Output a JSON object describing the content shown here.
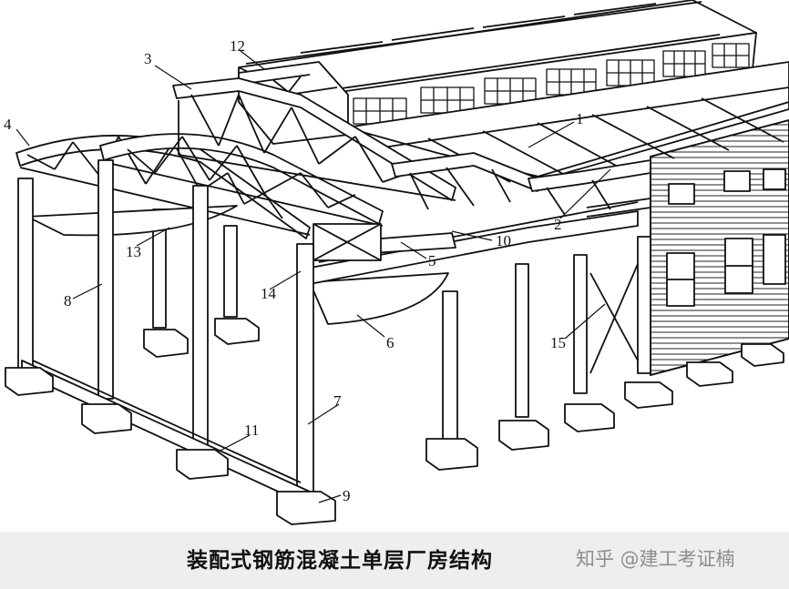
{
  "labels": [
    "1",
    "2",
    "3",
    "4",
    "5",
    "6",
    "7",
    "8",
    "9",
    "10",
    "11",
    "12",
    "13",
    "14",
    "15"
  ],
  "caption": "装配式钢筋混凝土单层厂房结构",
  "watermark": "知乎 @建工考证楠"
}
